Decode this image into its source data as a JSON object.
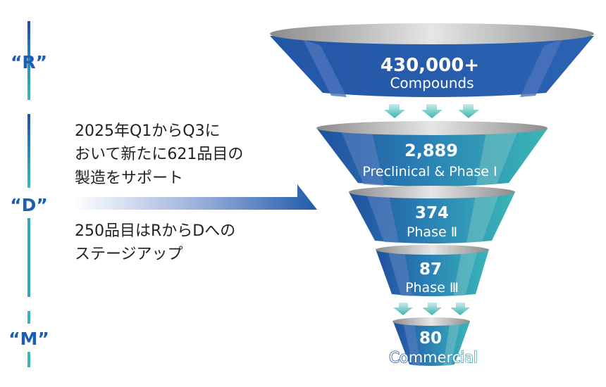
{
  "stages": [
    {
      "label": "“R”"
    },
    {
      "label": "“D”"
    },
    {
      "label": "“M”"
    }
  ],
  "notes": {
    "block1": [
      "2025年Q1からQ3に",
      "おいて新たに621品目の",
      "製造をサポート"
    ],
    "block2": [
      "250品目はRからDへの",
      "ステージアップ"
    ]
  },
  "funnel": [
    {
      "value": "430,000+",
      "label": "Compounds"
    },
    {
      "value": "2,889",
      "label": "Preclinical & Phase Ⅰ"
    },
    {
      "value": "374",
      "label": "Phase Ⅱ"
    },
    {
      "value": "87",
      "label": "Phase Ⅲ"
    },
    {
      "value": "80",
      "label": "Commercial"
    }
  ],
  "colors": {
    "blue": "#1f5bab",
    "teal": "#3ab3b5",
    "rim": "#c8c8c8",
    "text": "#231f20"
  }
}
